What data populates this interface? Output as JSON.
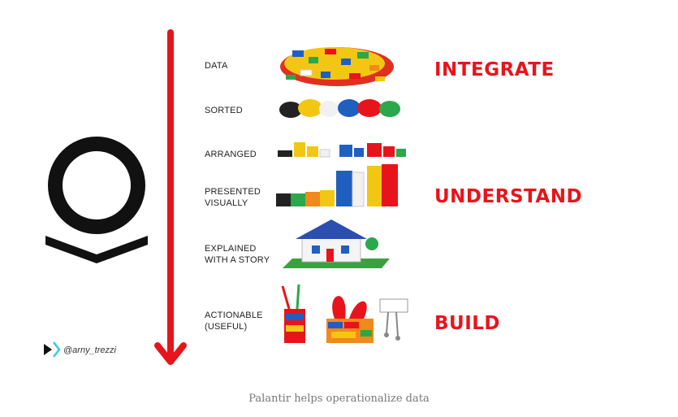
{
  "stages": [
    {
      "label": "DATA"
    },
    {
      "label": "SORTED"
    },
    {
      "label": "ARRANGED"
    },
    {
      "label": "PRESENTED\nVISUALLY"
    },
    {
      "label": "EXPLAINED\nWITH A STORY"
    },
    {
      "label": "ACTIONABLE\n(USEFUL)"
    }
  ],
  "verbs": [
    "INTEGRATE",
    "UNDERSTAND",
    "BUILD"
  ],
  "handle": "@arny_trezzi",
  "caption": "Palantir helps operationalize data",
  "colors": {
    "accent_red": "#e8141b",
    "logo": "#111111",
    "handle_chevron": "#3ec6e0"
  },
  "icons": [
    "palantir-logo",
    "play-chevron-icon"
  ]
}
